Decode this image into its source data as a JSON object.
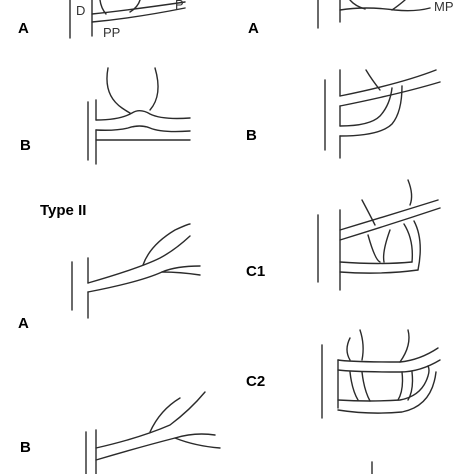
{
  "figure": {
    "labels": {
      "left_a_top": "A",
      "left_b": "B",
      "type_ii": "Type II",
      "left_a_bottom": "A",
      "left_b_bottom": "B",
      "right_a": "A",
      "right_b": "B",
      "right_c1": "C1",
      "right_c2": "C2"
    },
    "annotations": {
      "d": "D",
      "pp": "PP",
      "p": "P",
      "mp": "MP"
    }
  }
}
